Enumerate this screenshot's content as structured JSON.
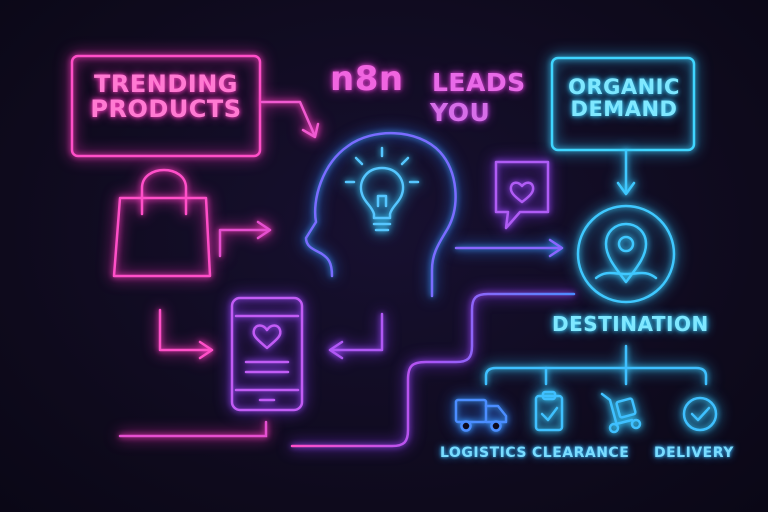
{
  "diagram": {
    "title_line1": "n8n",
    "title_line2": "LEADS",
    "title_line3": "YOU",
    "trending_products": "TRENDING PRODUCTS",
    "organic_demand": "ORGANIC DEMAND",
    "destination": "DESTINATION",
    "branches": {
      "logistics": "LOGISTICS",
      "clearance": "CLEARANCE",
      "delivery": "DELIVERY"
    }
  },
  "icons": {
    "bag": "shopping-bag-icon",
    "head": "head-lightbulb-icon",
    "chat": "heart-chat-bubble-icon",
    "phone": "smartphone-heart-icon",
    "location": "location-pin-icon",
    "truck": "truck-icon",
    "clipboard": "clipboard-check-icon",
    "cart": "hand-truck-icon",
    "check": "check-circle-icon"
  },
  "colors": {
    "background": "#0e0a1c",
    "pink": "#ff4fc8",
    "violet": "#a855f7",
    "blue": "#4b8dff",
    "cyan": "#3fd5ff"
  }
}
